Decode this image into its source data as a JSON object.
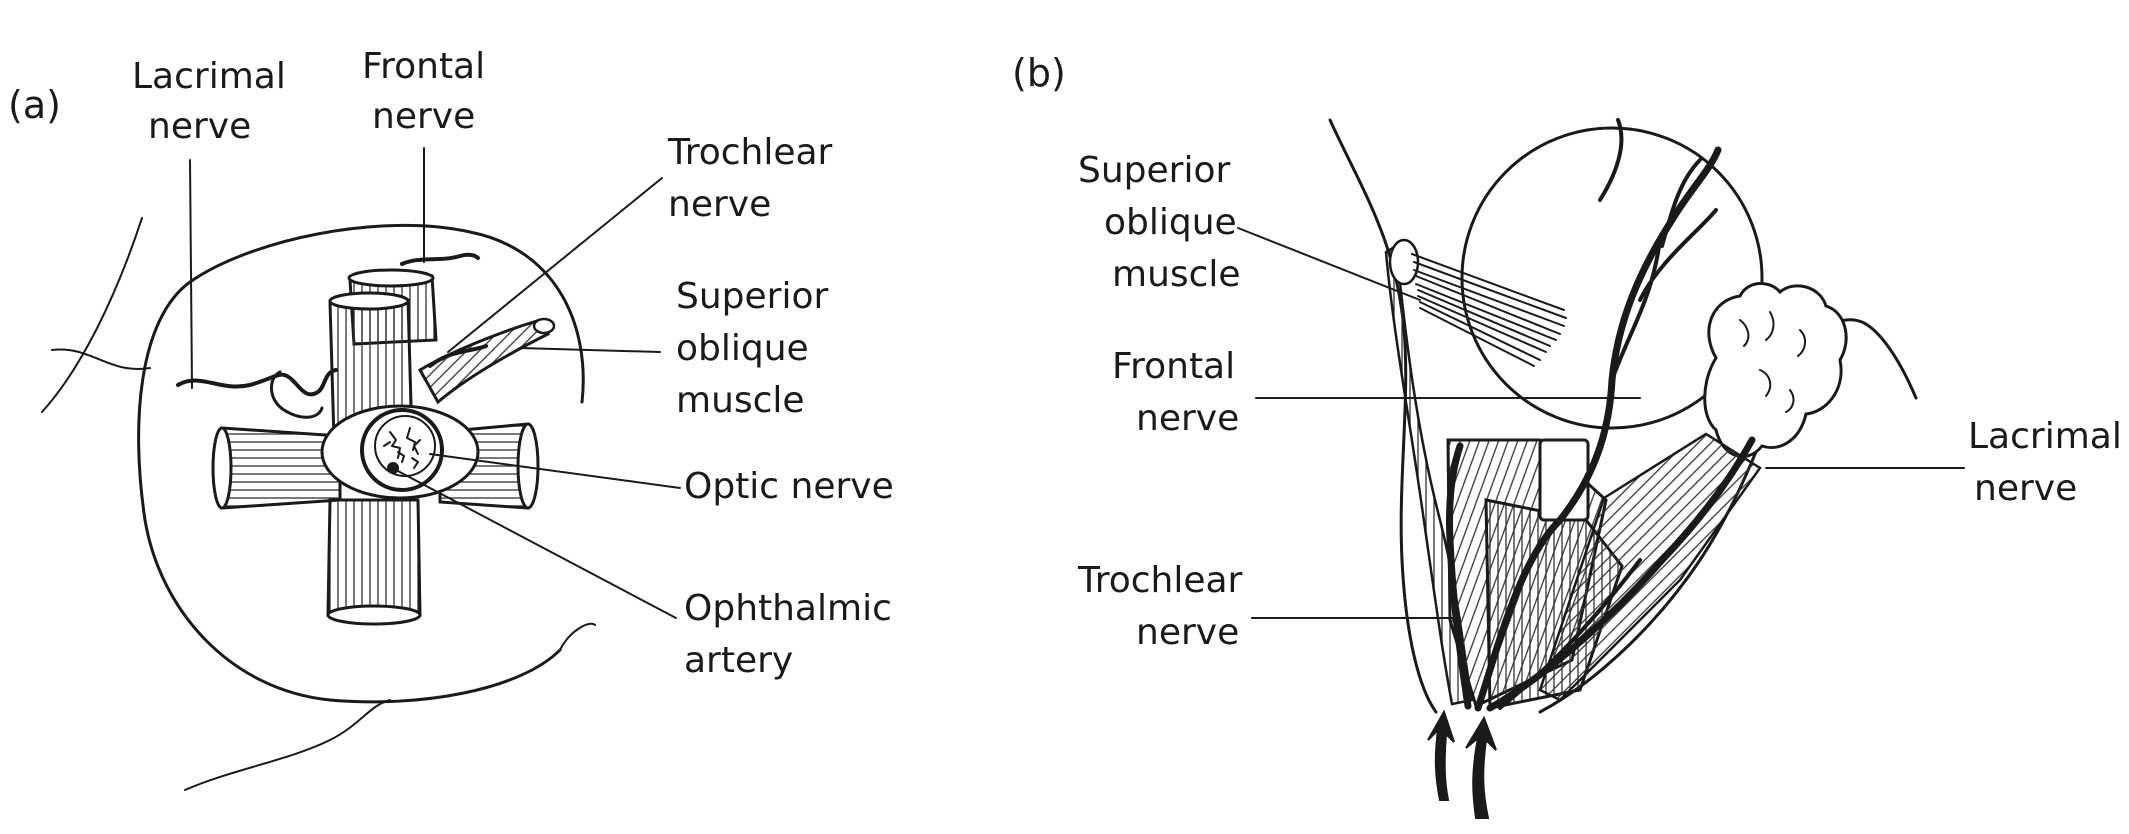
{
  "panel_a": {
    "tag": "(a)",
    "labels": {
      "lacrimal_1": "Lacrimal",
      "lacrimal_2": "nerve",
      "frontal_1": "Frontal",
      "frontal_2": "nerve",
      "trochlear_1": "Trochlear",
      "trochlear_2": "nerve",
      "sup_oblique_1": "Superior",
      "sup_oblique_2": "oblique",
      "sup_oblique_3": "muscle",
      "optic": "Optic nerve",
      "ophthalmic_1": "Ophthalmic",
      "ophthalmic_2": "artery"
    }
  },
  "panel_b": {
    "tag": "(b)",
    "labels": {
      "sup_oblique_1": "Superior",
      "sup_oblique_2": "oblique",
      "sup_oblique_3": "muscle",
      "frontal_1": "Frontal",
      "frontal_2": "nerve",
      "trochlear_1": "Trochlear",
      "trochlear_2": "nerve",
      "lacrimal_1": "Lacrimal",
      "lacrimal_2": "nerve"
    }
  }
}
